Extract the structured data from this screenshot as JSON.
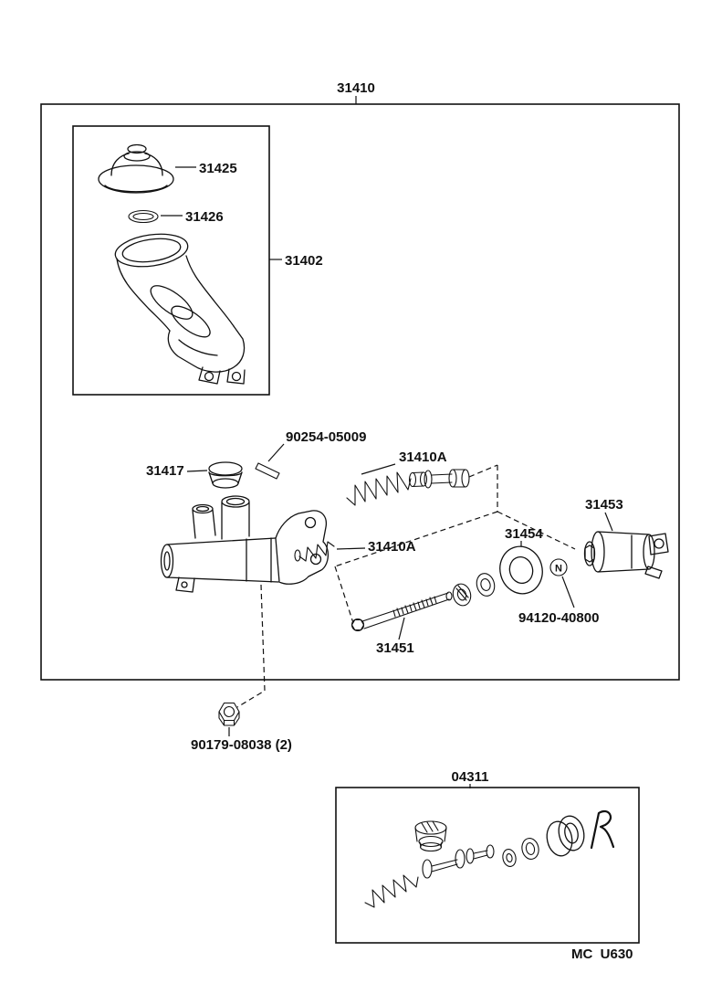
{
  "diagram": {
    "labels": {
      "assembly": "31410",
      "boot": "31425",
      "gasket": "31426",
      "reservoir": "31402",
      "pin": "90254-05009",
      "cap": "31417",
      "valve_upper": "31410A",
      "valve_lower": "31410A",
      "cup": "31453",
      "grommet": "31454",
      "washer": "94120-40800",
      "bolt": "31451",
      "nut": "90179-08038 (2)",
      "repair_kit": "04311",
      "marker_n": "N",
      "page_code": "MC  U630"
    }
  }
}
